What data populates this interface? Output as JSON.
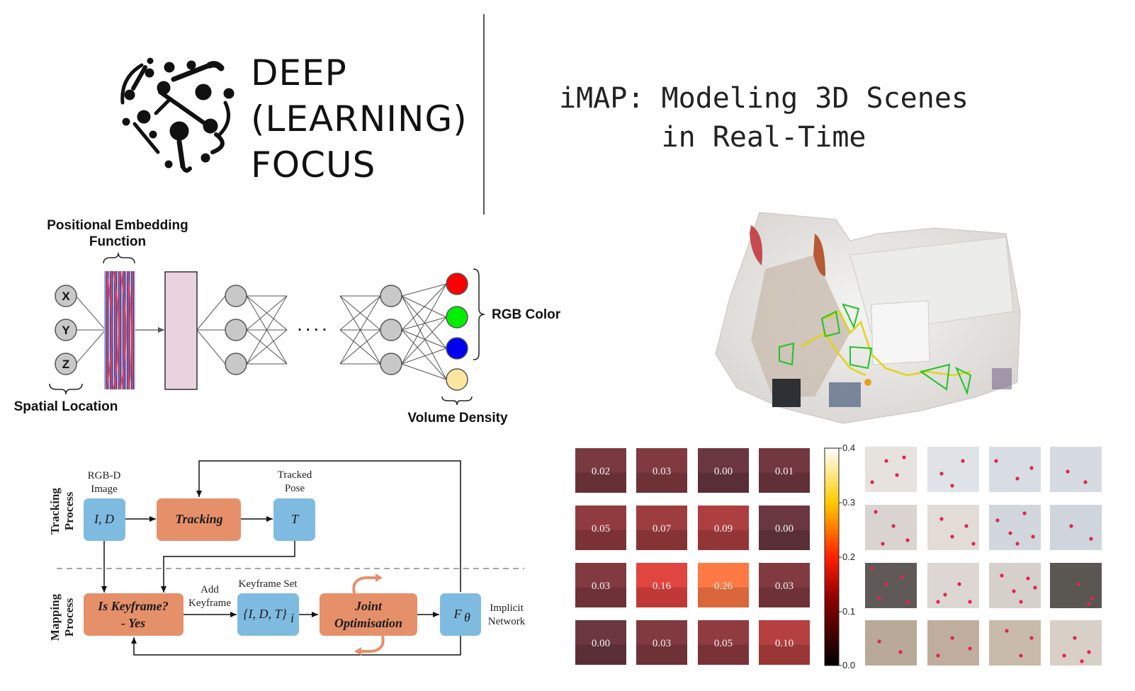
{
  "logo": {
    "lines": [
      "DEEP",
      "(LEARNING)",
      "FOCUS"
    ]
  },
  "title": {
    "lines": [
      "iMAP: Modeling 3D Scenes",
      "in Real-Time"
    ]
  },
  "nn_diagram": {
    "pe_label": [
      "Positional Embedding",
      "Function"
    ],
    "inputs": [
      "X",
      "Y",
      "Z"
    ],
    "spatial_label": "Spatial Location",
    "ellipsis": "· · · ·",
    "rgb_label": "RGB Color",
    "density_label": "Volume Density",
    "output_colors": [
      "#ff0000",
      "#00ee00",
      "#0000ee",
      "#fce6a0"
    ]
  },
  "flow_diagram": {
    "tracking_process": [
      "Tracking",
      "Process"
    ],
    "mapping_process": [
      "Mapping",
      "Process"
    ],
    "rgbd_label": [
      "RGB-D",
      "Image"
    ],
    "tracked_pose_label": [
      "Tracked",
      "Pose"
    ],
    "id_box": "I, D",
    "tracking_box": "Tracking",
    "t_box": "T",
    "keyframe_box": [
      "Is Keyframe?",
      "- Yes"
    ],
    "add_keyframe_label": [
      "Add",
      "Keyframe"
    ],
    "keyframe_set_label": "Keyframe Set",
    "keyframe_set_box": "{I, D, T}",
    "keyframe_set_sub": "i",
    "joint_box": [
      "Joint",
      "Optimisation"
    ],
    "f_box": "F",
    "f_sub": "θ",
    "implicit_label": [
      "Implicit",
      "Network"
    ],
    "colors": {
      "blue": "#7fbbe0",
      "orange": "#e6906a"
    }
  },
  "heatmap": {
    "values": [
      [
        "0.02",
        "0.03",
        "0.00",
        "0.01"
      ],
      [
        "0.05",
        "0.07",
        "0.09",
        "0.00"
      ],
      [
        "0.03",
        "0.16",
        "0.26",
        "0.03"
      ],
      [
        "0.00",
        "0.03",
        "0.05",
        "0.10"
      ]
    ],
    "colorbar_ticks": [
      "0.4",
      "0.3",
      "0.2",
      "0.1",
      "0.0"
    ]
  }
}
